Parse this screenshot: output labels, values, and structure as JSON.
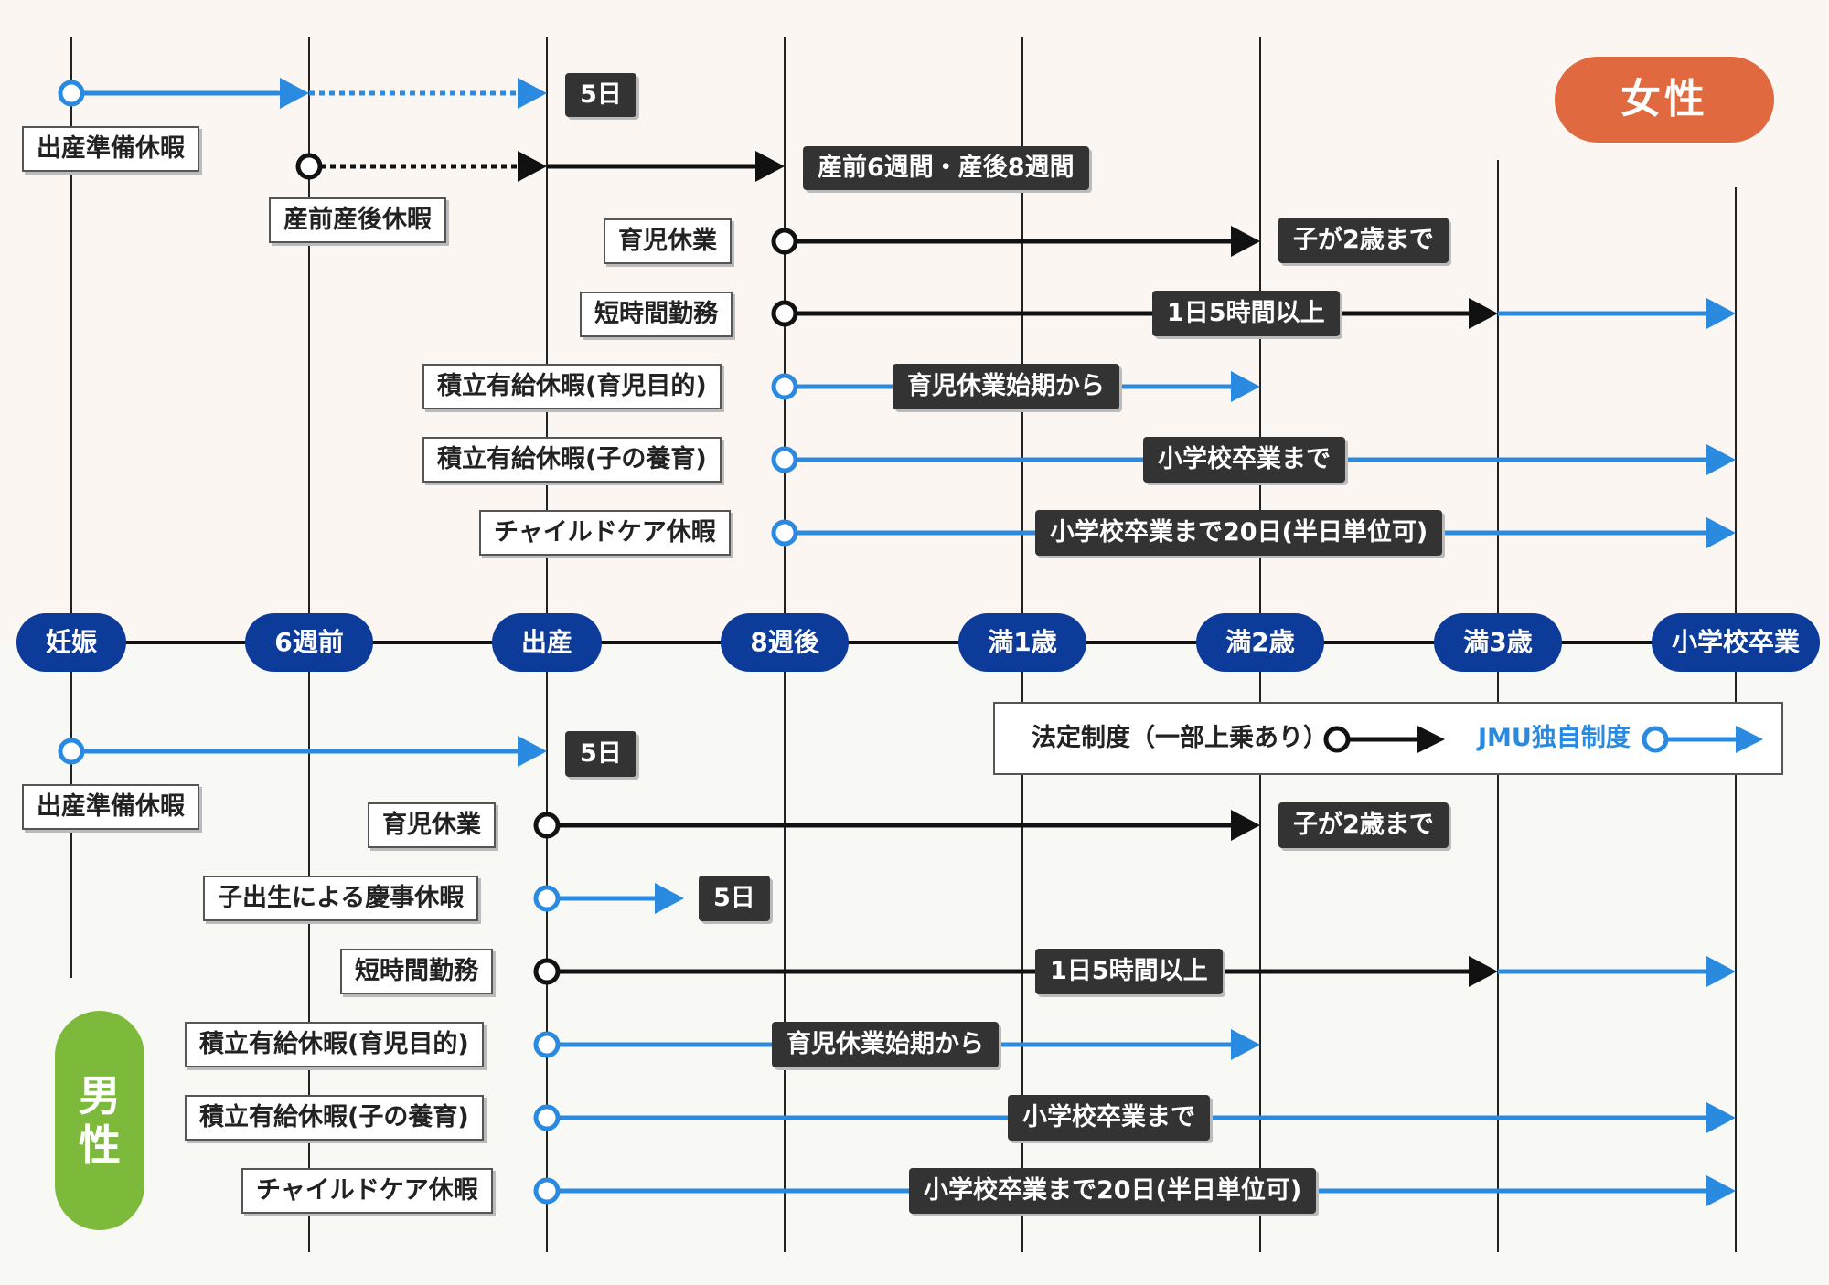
{
  "milestones": [
    "妊娠",
    "6週前",
    "出産",
    "8週後",
    "満1歳",
    "満2歳",
    "満3歳",
    "小学校卒業"
  ],
  "badges": {
    "female": "女性",
    "male_line1": "男",
    "male_line2": "性"
  },
  "legend": {
    "statutory": "法定制度（一部上乗あり）",
    "jmu": "JMU独自制度"
  },
  "colors": {
    "statutory": "#111111",
    "jmu": "#2a8ae0",
    "milestone": "#0c3b9a",
    "female": "#e1693f",
    "male": "#7dba3b"
  },
  "female": {
    "rows": [
      {
        "label": "出産準備休暇",
        "note": "5日",
        "type": "jmu"
      },
      {
        "label": "産前産後休暇",
        "note": "産前6週間・産後8週間",
        "type": "statutory"
      },
      {
        "label": "育児休業",
        "note": "子が2歳まで",
        "type": "statutory"
      },
      {
        "label": "短時間勤務",
        "note": "1日5時間以上",
        "type": "statutory"
      },
      {
        "label": "積立有給休暇(育児目的)",
        "note": "育児休業始期から",
        "type": "jmu"
      },
      {
        "label": "積立有給休暇(子の養育)",
        "note": "小学校卒業まで",
        "type": "jmu"
      },
      {
        "label": "チャイルドケア休暇",
        "note": "小学校卒業まで20日(半日単位可)",
        "type": "jmu"
      }
    ]
  },
  "male": {
    "rows": [
      {
        "label": "出産準備休暇",
        "note": "5日",
        "type": "jmu"
      },
      {
        "label": "育児休業",
        "note": "子が2歳まで",
        "type": "statutory"
      },
      {
        "label": "子出生による慶事休暇",
        "note": "5日",
        "type": "jmu"
      },
      {
        "label": "短時間勤務",
        "note": "1日5時間以上",
        "type": "statutory"
      },
      {
        "label": "積立有給休暇(育児目的)",
        "note": "育児休業始期から",
        "type": "jmu"
      },
      {
        "label": "積立有給休暇(子の養育)",
        "note": "小学校卒業まで",
        "type": "jmu"
      },
      {
        "label": "チャイルドケア休暇",
        "note": "小学校卒業まで20日(半日単位可)",
        "type": "jmu"
      }
    ]
  }
}
